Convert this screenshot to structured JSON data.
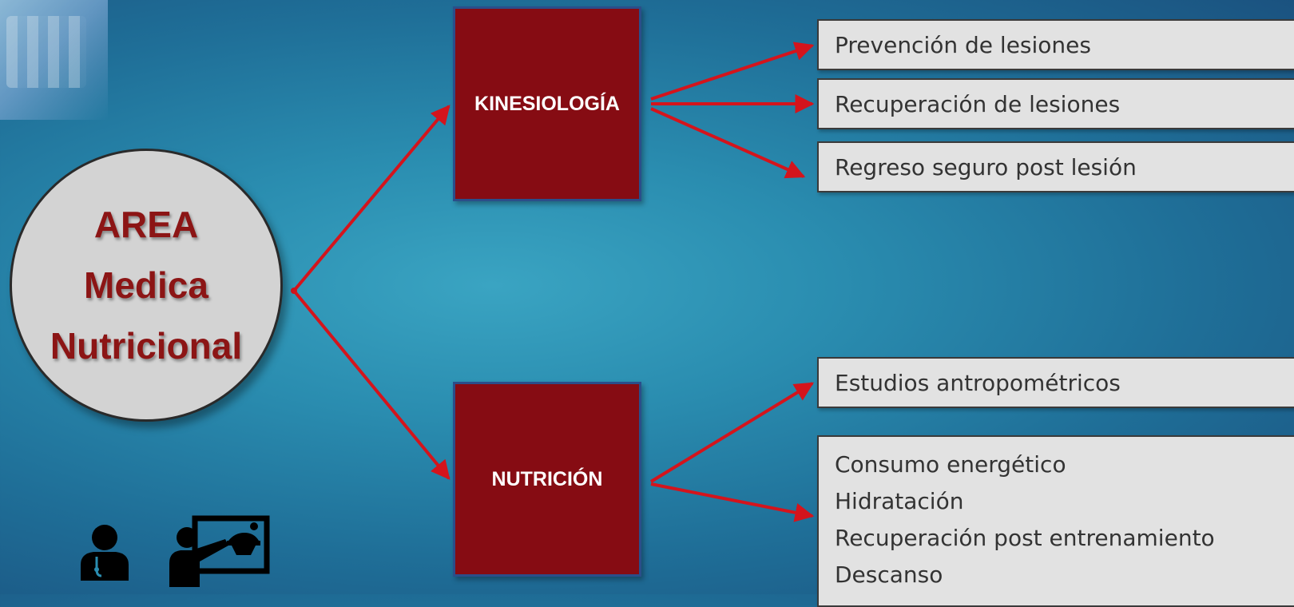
{
  "area": {
    "line1": "AREA",
    "line2": "Medica",
    "line3": "Nutricional"
  },
  "kinesiologia": {
    "label": "KINESIOLOGÍA",
    "items": [
      "Prevención de lesiones",
      "Recuperación de lesiones",
      "Regreso seguro post lesión"
    ]
  },
  "nutricion": {
    "label": "NUTRICIÓN",
    "item_single": "Estudios antropométricos",
    "items": [
      "Consumo energético",
      "Hidratación",
      "Recuperación post entrenamiento",
      "Descanso"
    ]
  },
  "icons": [
    "doctor-icon",
    "presentation-icon"
  ],
  "colors": {
    "box_red": "#860c13",
    "arrow_red": "#d4141c",
    "circle_gray": "#d3d3d3",
    "text_red": "#8c1515",
    "item_gray": "#e2e2e2"
  }
}
